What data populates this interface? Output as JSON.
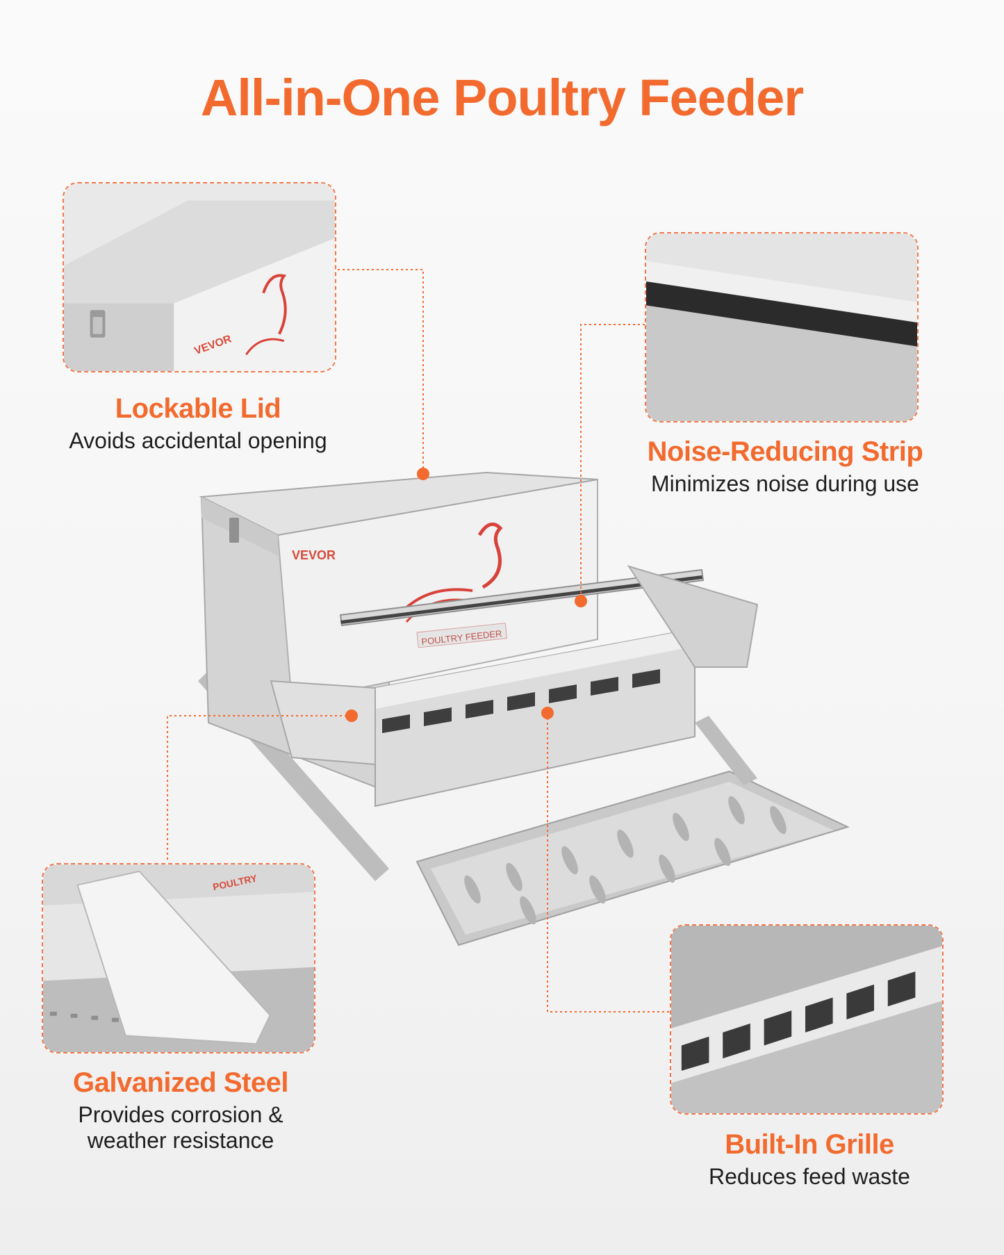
{
  "title": "All-in-One Poultry Feeder",
  "colors": {
    "accent": "#f26a2e",
    "text": "#1e1e1e"
  },
  "features": [
    {
      "title": "Lockable Lid",
      "desc": "Avoids accidental opening"
    },
    {
      "title": "Noise-Reducing Strip",
      "desc": "Minimizes noise during use"
    },
    {
      "title": "Galvanized Steel",
      "desc": "Provides corrosion & weather resistance"
    },
    {
      "title": "Built-In Grille",
      "desc": "Reduces feed waste"
    }
  ],
  "product": {
    "brand": "VEVOR",
    "hopper_label": "POULTRY FEEDER",
    "detail_label": "POULTRY"
  }
}
